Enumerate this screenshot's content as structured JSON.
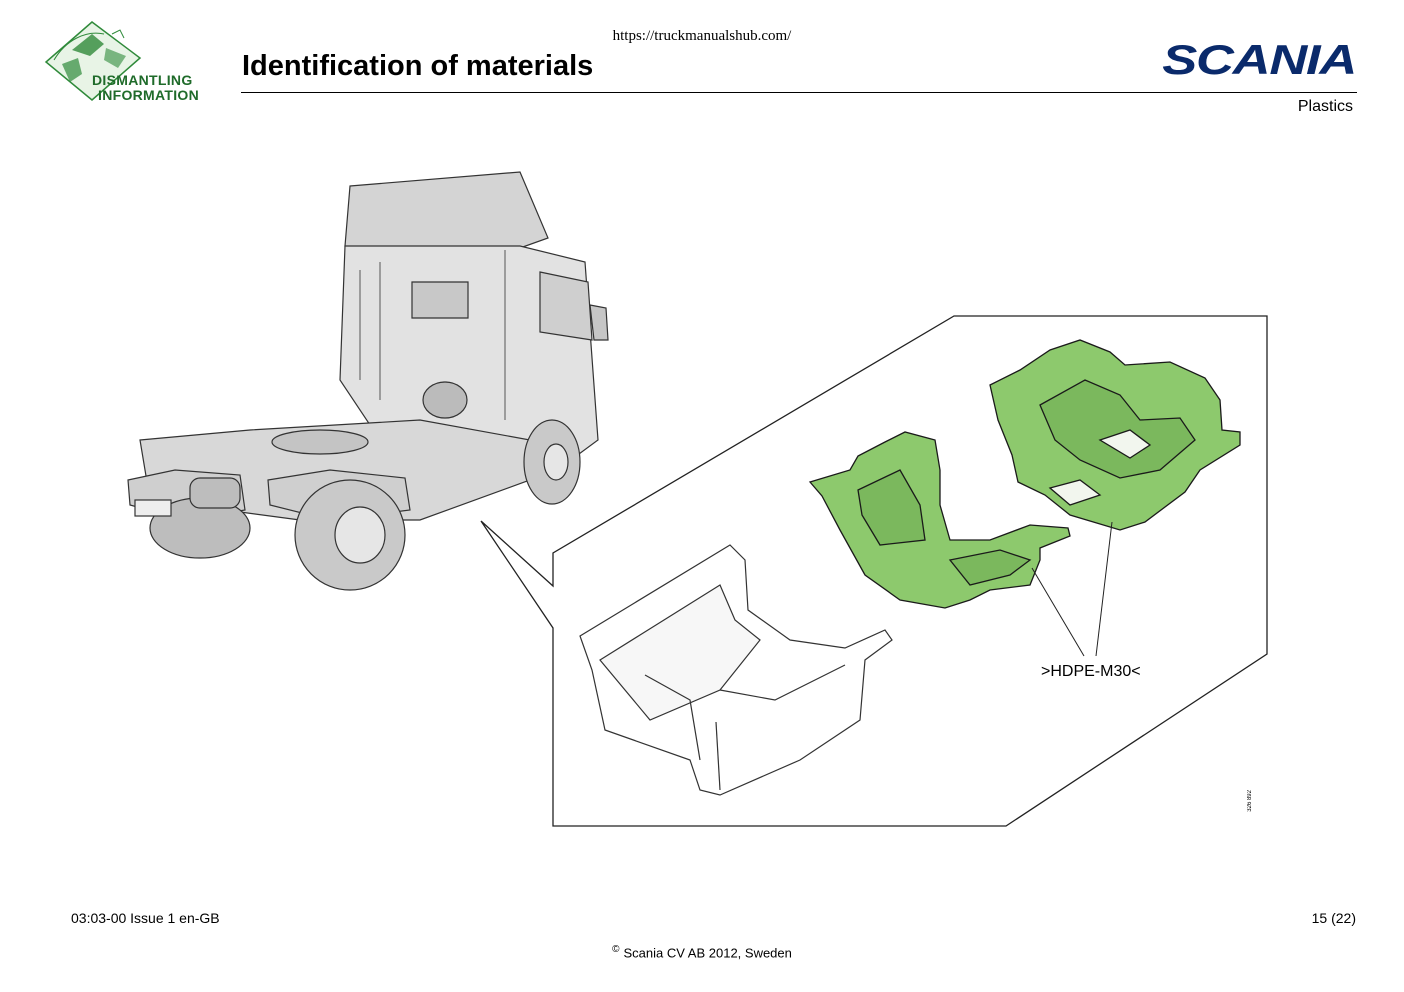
{
  "header": {
    "url": "https://truckmanualshub.com/",
    "title": "Identification of materials",
    "section": "Plastics"
  },
  "logos": {
    "dismantling_line1": "DISMANTLING",
    "dismantling_line2": "INFORMATION",
    "brand": "SCANIA"
  },
  "figure": {
    "material_label": ">HDPE-M30<",
    "drawing_id": "326 892"
  },
  "footer": {
    "doc_ref": "03:03-00 Issue 1  en-GB",
    "page": "15 (22)",
    "copyright_symbol": "©",
    "copyright_text": "Scania CV AB 2012, Sweden"
  },
  "colors": {
    "highlight_green": "#8dc96d",
    "brand_blue": "#0a2a6b",
    "logo_green": "#1f6b2a"
  }
}
